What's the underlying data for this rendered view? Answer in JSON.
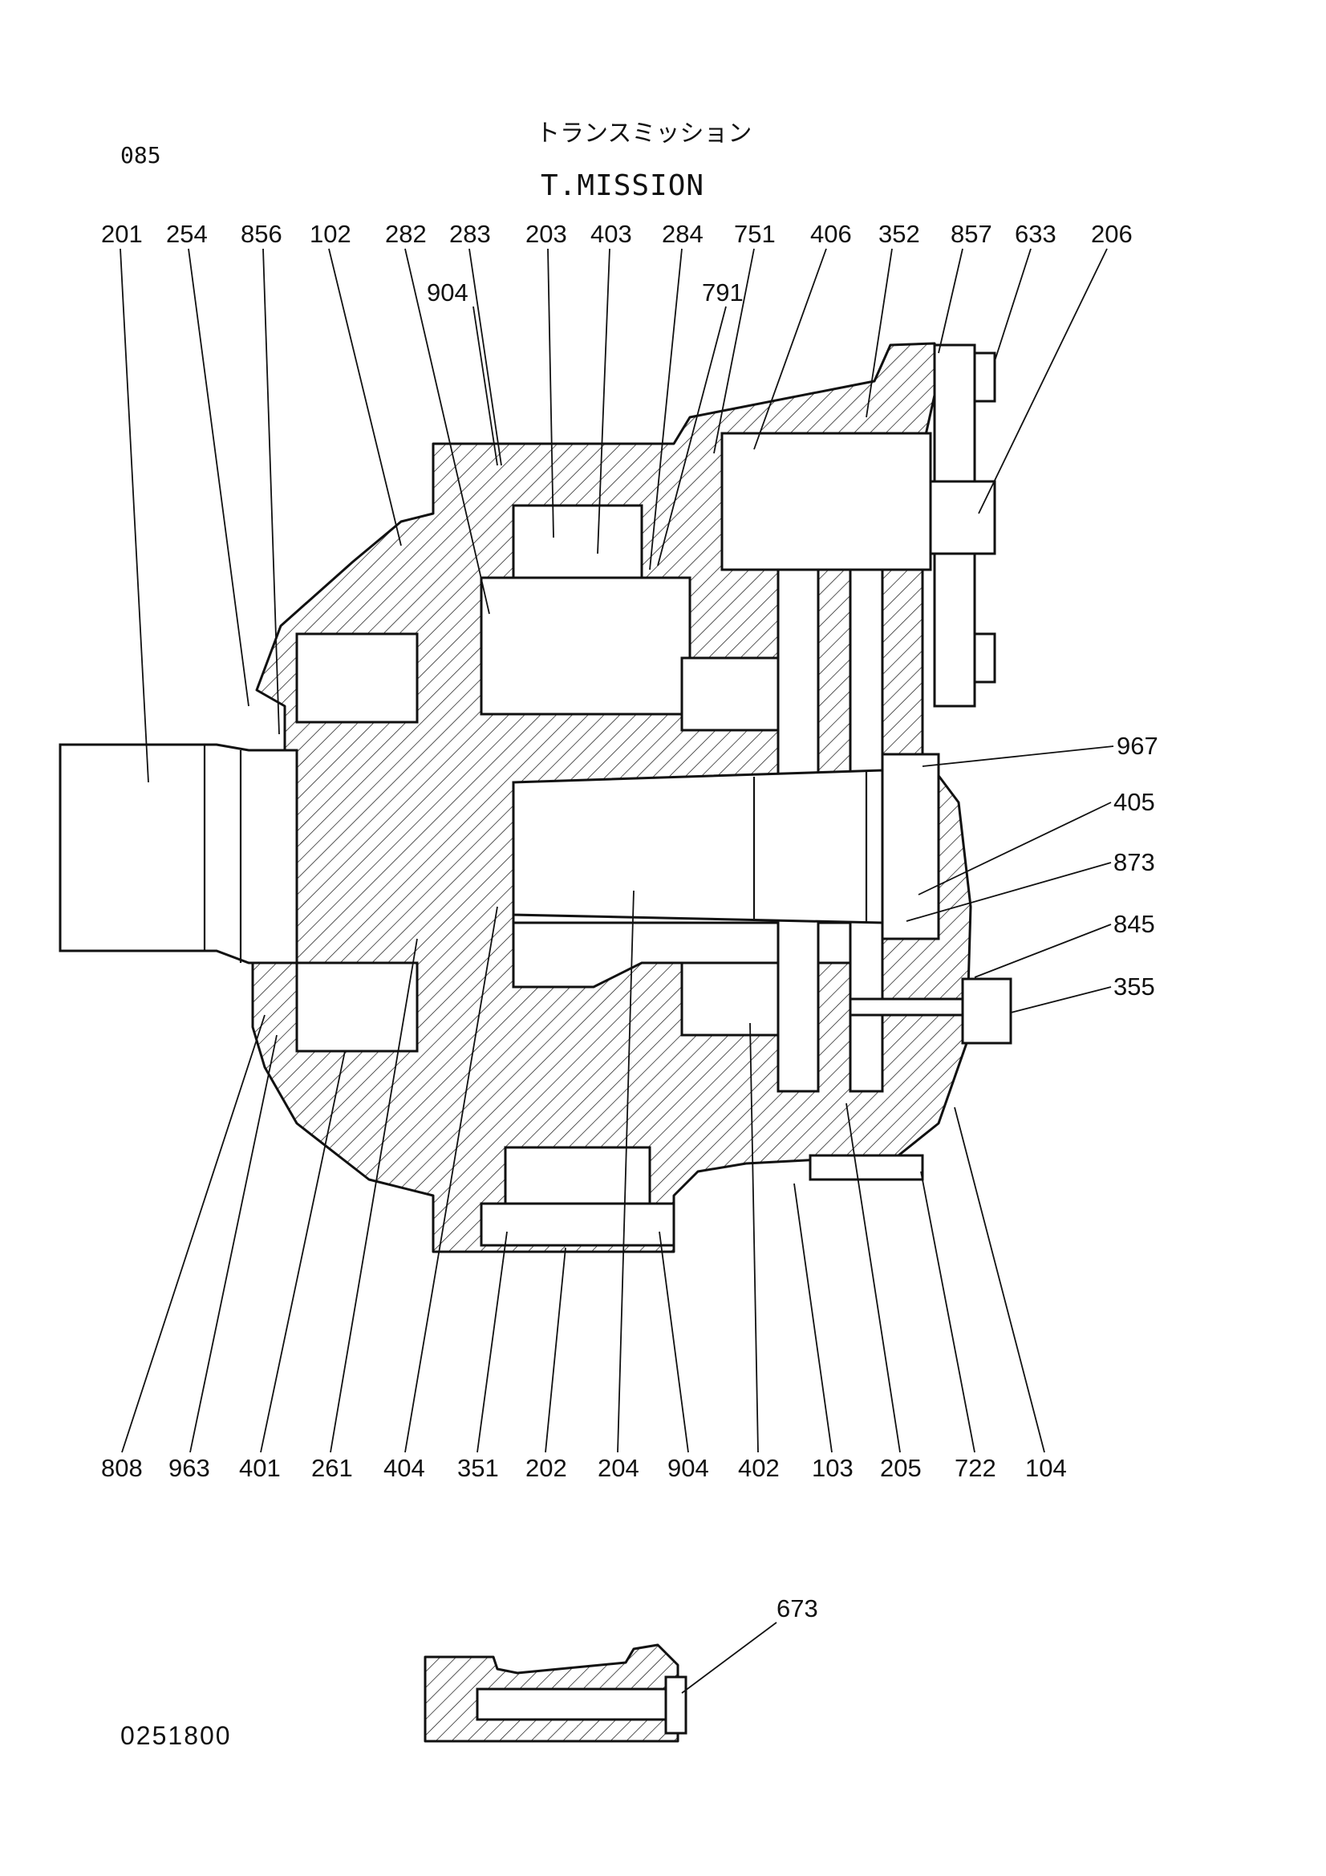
{
  "page_number": "085",
  "title_jp": "トランスミッション",
  "title_en": "T.MISSION",
  "document_code": "0251800",
  "labels_top": [
    "201",
    "254",
    "856",
    "102",
    "282",
    "283",
    "203",
    "403",
    "284",
    "751",
    "406",
    "352",
    "857",
    "633",
    "206"
  ],
  "labels_upper": [
    "904",
    "791"
  ],
  "labels_right": [
    "967",
    "405",
    "873",
    "845",
    "355"
  ],
  "labels_bottom": [
    "808",
    "963",
    "401",
    "261",
    "404",
    "351",
    "202",
    "204",
    "904",
    "402",
    "103",
    "205",
    "722",
    "104"
  ],
  "labels_detail": [
    "673"
  ]
}
